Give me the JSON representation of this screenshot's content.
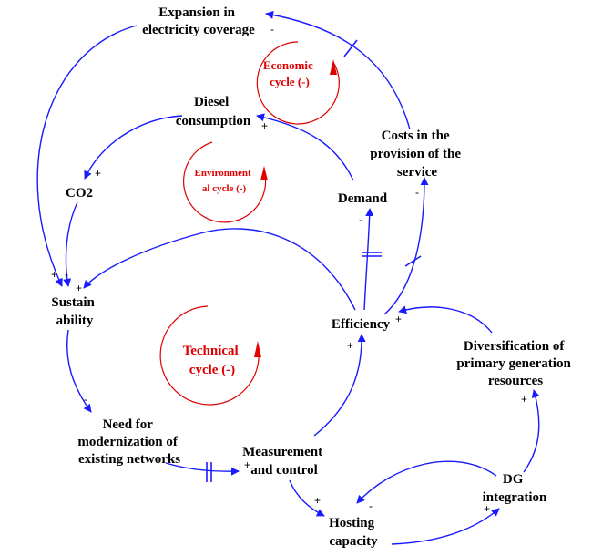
{
  "colors": {
    "link": "#1a1aff",
    "loop": "#e00000",
    "text": "#000000"
  },
  "nodes": {
    "expansion": [
      "Expansion in",
      "electricity coverage"
    ],
    "diesel": [
      "Diesel",
      "consumption"
    ],
    "costs": [
      "Costs in the",
      "provision of the",
      "service"
    ],
    "co2": [
      "CO2"
    ],
    "demand": [
      "Demand"
    ],
    "sustainability": [
      "Sustain",
      "ability"
    ],
    "efficiency": [
      "Efficiency"
    ],
    "diversification": [
      "Diversification of",
      "primary generation",
      "resources"
    ],
    "need": [
      "Need for",
      "modernization of",
      "existing networks"
    ],
    "measurement": [
      "Measurement",
      "and control"
    ],
    "dg": [
      "DG",
      "integration"
    ],
    "hosting": [
      "Hosting",
      "capacity"
    ]
  },
  "loops": {
    "economic": [
      "Economic",
      "cycle (-)"
    ],
    "environmental": [
      "Environment",
      "al cycle (-)"
    ],
    "technical": [
      "Technical",
      "cycle (-)"
    ]
  },
  "signs": {
    "plus": "+",
    "minus": "-"
  }
}
